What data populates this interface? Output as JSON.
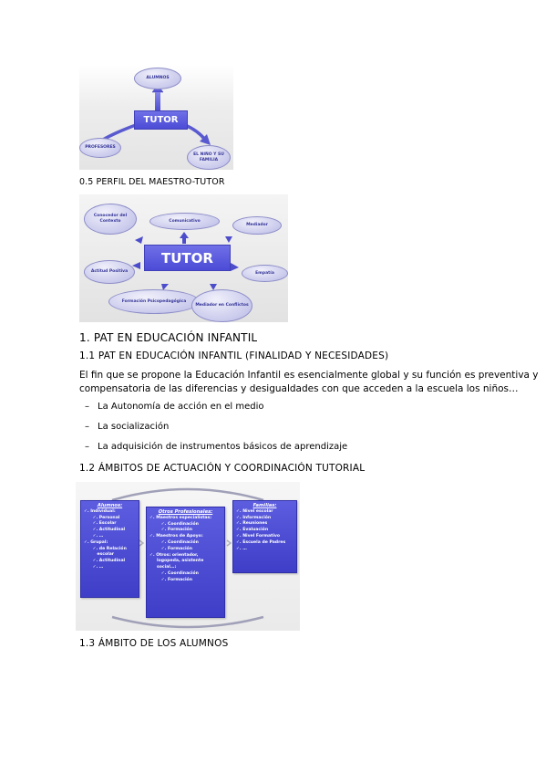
{
  "figure1": {
    "center": "TUTOR",
    "top_node": "ALUMNOS",
    "left_node": "PROFESORES",
    "right_node": "EL NIÑO Y SU FAMILIA"
  },
  "caption1": "0.5 PERFIL DEL MAESTRO-TUTOR",
  "figure2": {
    "center": "TUTOR",
    "nodes": {
      "conocedor": "Conocedor del Contexto",
      "comunicativo": "Comunicativo",
      "mediador": "Mediador",
      "actitud": "Actitud Positiva",
      "empatia": "Empatía",
      "formacion": "Formación Psicopedagógica",
      "mediador_conflictos": "Mediador en Conflictos"
    }
  },
  "section1_title": "1. PAT EN EDUCACIÓN INFANTIL",
  "section11_title": "1.1 PAT EN EDUCACIÓN INFANTIL (FINALIDAD Y NECESIDADES)",
  "paragraph": {
    "line1": "El fin que se propone la Educación Infantil es esencialmente global y su función es preventiva y",
    "line2": "compensatoria de las diferencias y desigualdades con que acceden a la escuela los niños…"
  },
  "bullets": {
    "dash": "–",
    "b1": "La Autonomía de acción en el medio",
    "b2": "La socialización",
    "b3": "La adquisición de instrumentos básicos de aprendizaje"
  },
  "section12_title": "1.2 ÁMBITOS DE ACTUACIÓN Y COORDINACIÓN TUTORIAL",
  "figure3": {
    "alumnos": {
      "title": "Alumnos:",
      "lines": [
        "✓. Individual:",
        "      ✓. Personal",
        "      ✓. Escolar",
        "      ✓. Actitudinal",
        "      ✓. …",
        "",
        "✓. Grupal:",
        "      ✓. de Relación",
        "         escolar",
        "      ✓. Actitudinal",
        "      ✓. …"
      ]
    },
    "otros": {
      "title": "Otros Profesionales:",
      "lines": [
        "✓. Maestros especialistas:",
        "        ✓. Coordinación",
        "        ✓. Formación",
        "",
        "✓. Maestros de Apoyo:",
        "        ✓. Coordinación",
        "        ✓. Formación",
        "",
        "✓. Otros: orientador,",
        "     logopeda, asistente",
        "     social…:",
        "        ✓. Coordinación",
        "        ✓. Formación"
      ]
    },
    "familias": {
      "title": "Familias:",
      "lines": [
        "✓. Nivel escolar",
        "✓. Información",
        "✓. Reuniones",
        "✓. Evaluación",
        "✓. Nivel Formativo",
        "✓. Escuela de Padres",
        "✓. …"
      ]
    }
  },
  "section13_title": "1.3 ÁMBITO DE LOS ALUMNOS"
}
